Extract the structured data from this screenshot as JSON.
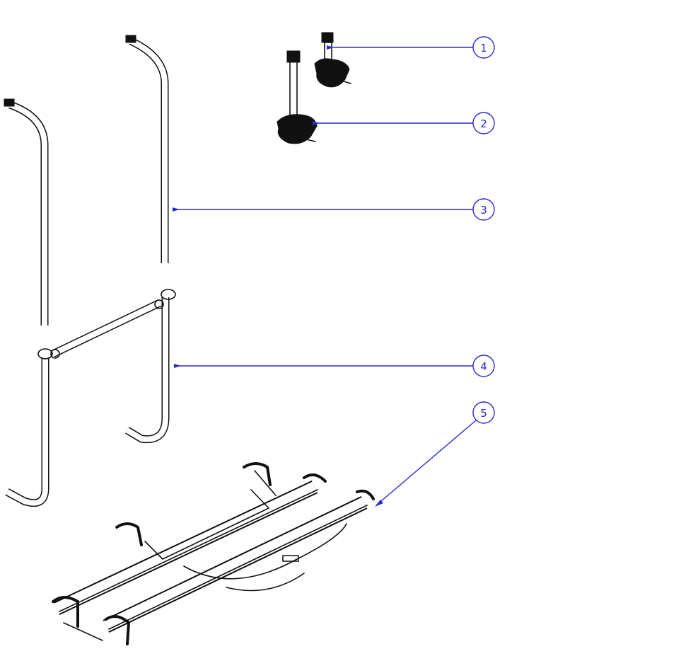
{
  "diagram": {
    "callouts": [
      {
        "label": "1"
      },
      {
        "label": "2"
      },
      {
        "label": "3"
      },
      {
        "label": "4"
      },
      {
        "label": "5"
      }
    ],
    "colors": {
      "leader": "#2a2ad0",
      "line": "#111111"
    }
  }
}
